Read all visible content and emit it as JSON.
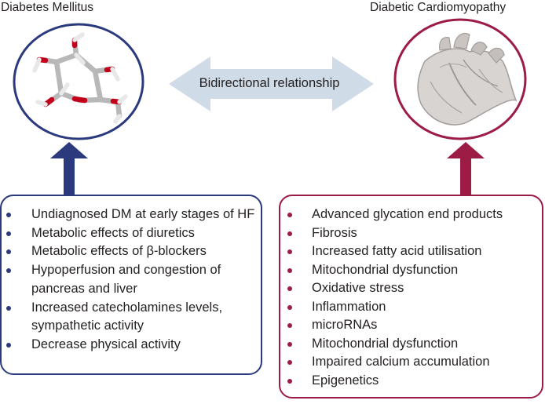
{
  "left_title": "Diabetes Mellitus",
  "right_title": "Diabetic Cardiomyopathy",
  "relationship_label": "Bidirectional relationship",
  "left_factors": [
    "Undiagnosed DM at early stages of HF",
    "Metabolic effects of diuretics",
    "Metabolic effects of β-blockers",
    "Hypoperfusion and congestion of pancreas and liver",
    "Increased catecholamines levels, sympathetic activity",
    "Decrease physical activity"
  ],
  "right_factors": [
    "Advanced glycation end products",
    "Fibrosis",
    "Increased fatty acid utilisation",
    "Mitochondrial dysfunction",
    "Oxidative stress",
    "Inflammation",
    "microRNAs",
    "Mitochondrial dysfunction",
    "Impaired calcium accumulation",
    "Epigenetics"
  ],
  "colors": {
    "left_accent": "#2b3a7c",
    "right_accent": "#9c1c45",
    "relationship_arrow": "#cfdbe6"
  },
  "icons": {
    "left_circle": "glucose-molecule-icon",
    "right_circle": "heart-icon"
  }
}
